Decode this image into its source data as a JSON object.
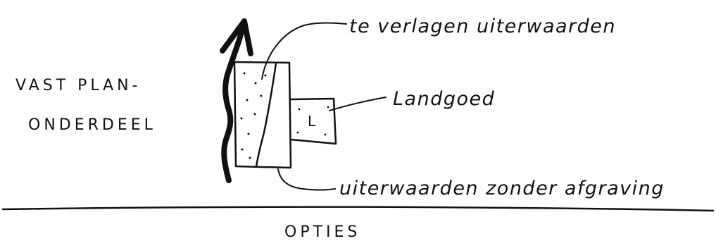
{
  "left_label": {
    "line1": "VAST PLAN-",
    "line2": "ONDERDEEL"
  },
  "annotations": {
    "top_right": "te verlagen uiterwaarden",
    "landgoed": "Landgoed",
    "bottom_right": "uiterwaarden zonder afgraving"
  },
  "estate_block": {
    "letter": "L"
  },
  "bottom_label": "OPTIES",
  "colors": {
    "ink": "#111111",
    "paper": "#ffffff"
  }
}
